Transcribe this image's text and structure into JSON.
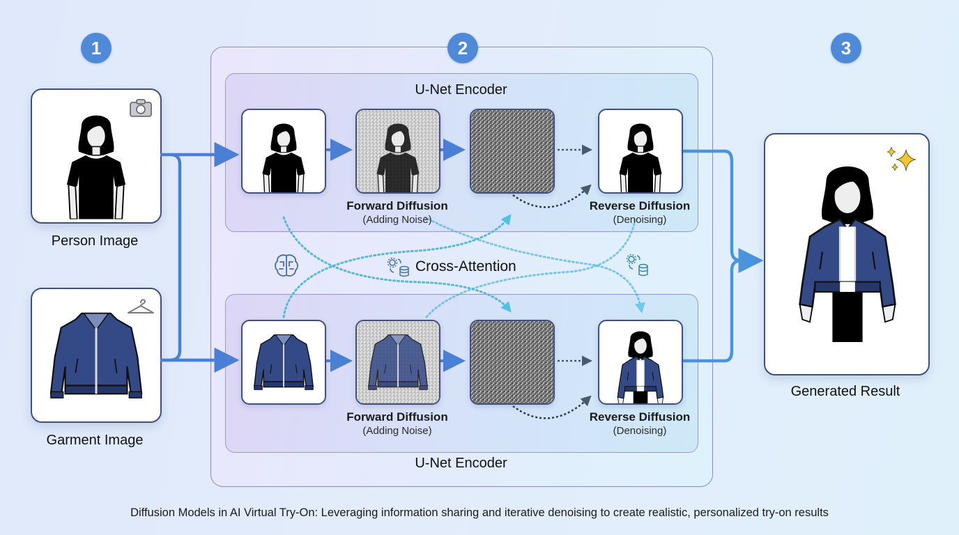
{
  "steps": {
    "one": "1",
    "two": "2",
    "three": "3"
  },
  "inputs": {
    "person": {
      "label": "Person Image",
      "icon": "camera-icon"
    },
    "garment": {
      "label": "Garment Image",
      "icon": "hanger-icon"
    }
  },
  "pipeline": {
    "top_encoder_title": "U-Net Encoder",
    "bottom_encoder_title": "U-Net Encoder",
    "forward": {
      "title": "Forward Diffusion",
      "subtitle": "(Adding Noise)"
    },
    "reverse": {
      "title": "Reverse Diffusion",
      "subtitle": "(Denoising)"
    },
    "cross_attention": {
      "label": "Cross-Attention",
      "icons": [
        "brain-icon",
        "gear-database-icon",
        "gear-database-icon"
      ]
    }
  },
  "output": {
    "label": "Generated Result",
    "icon": "sparkles-icon"
  },
  "caption": "Diffusion Models in AI Virtual Try-On: Leveraging information sharing and iterative denoising to create realistic, personalized try-on results",
  "colors": {
    "accent": "#4f8ad8",
    "connector": "#4a7fd6",
    "dotted": "#56b8dc",
    "jacket": "#344a86",
    "sparkle": "#f2c82e"
  }
}
